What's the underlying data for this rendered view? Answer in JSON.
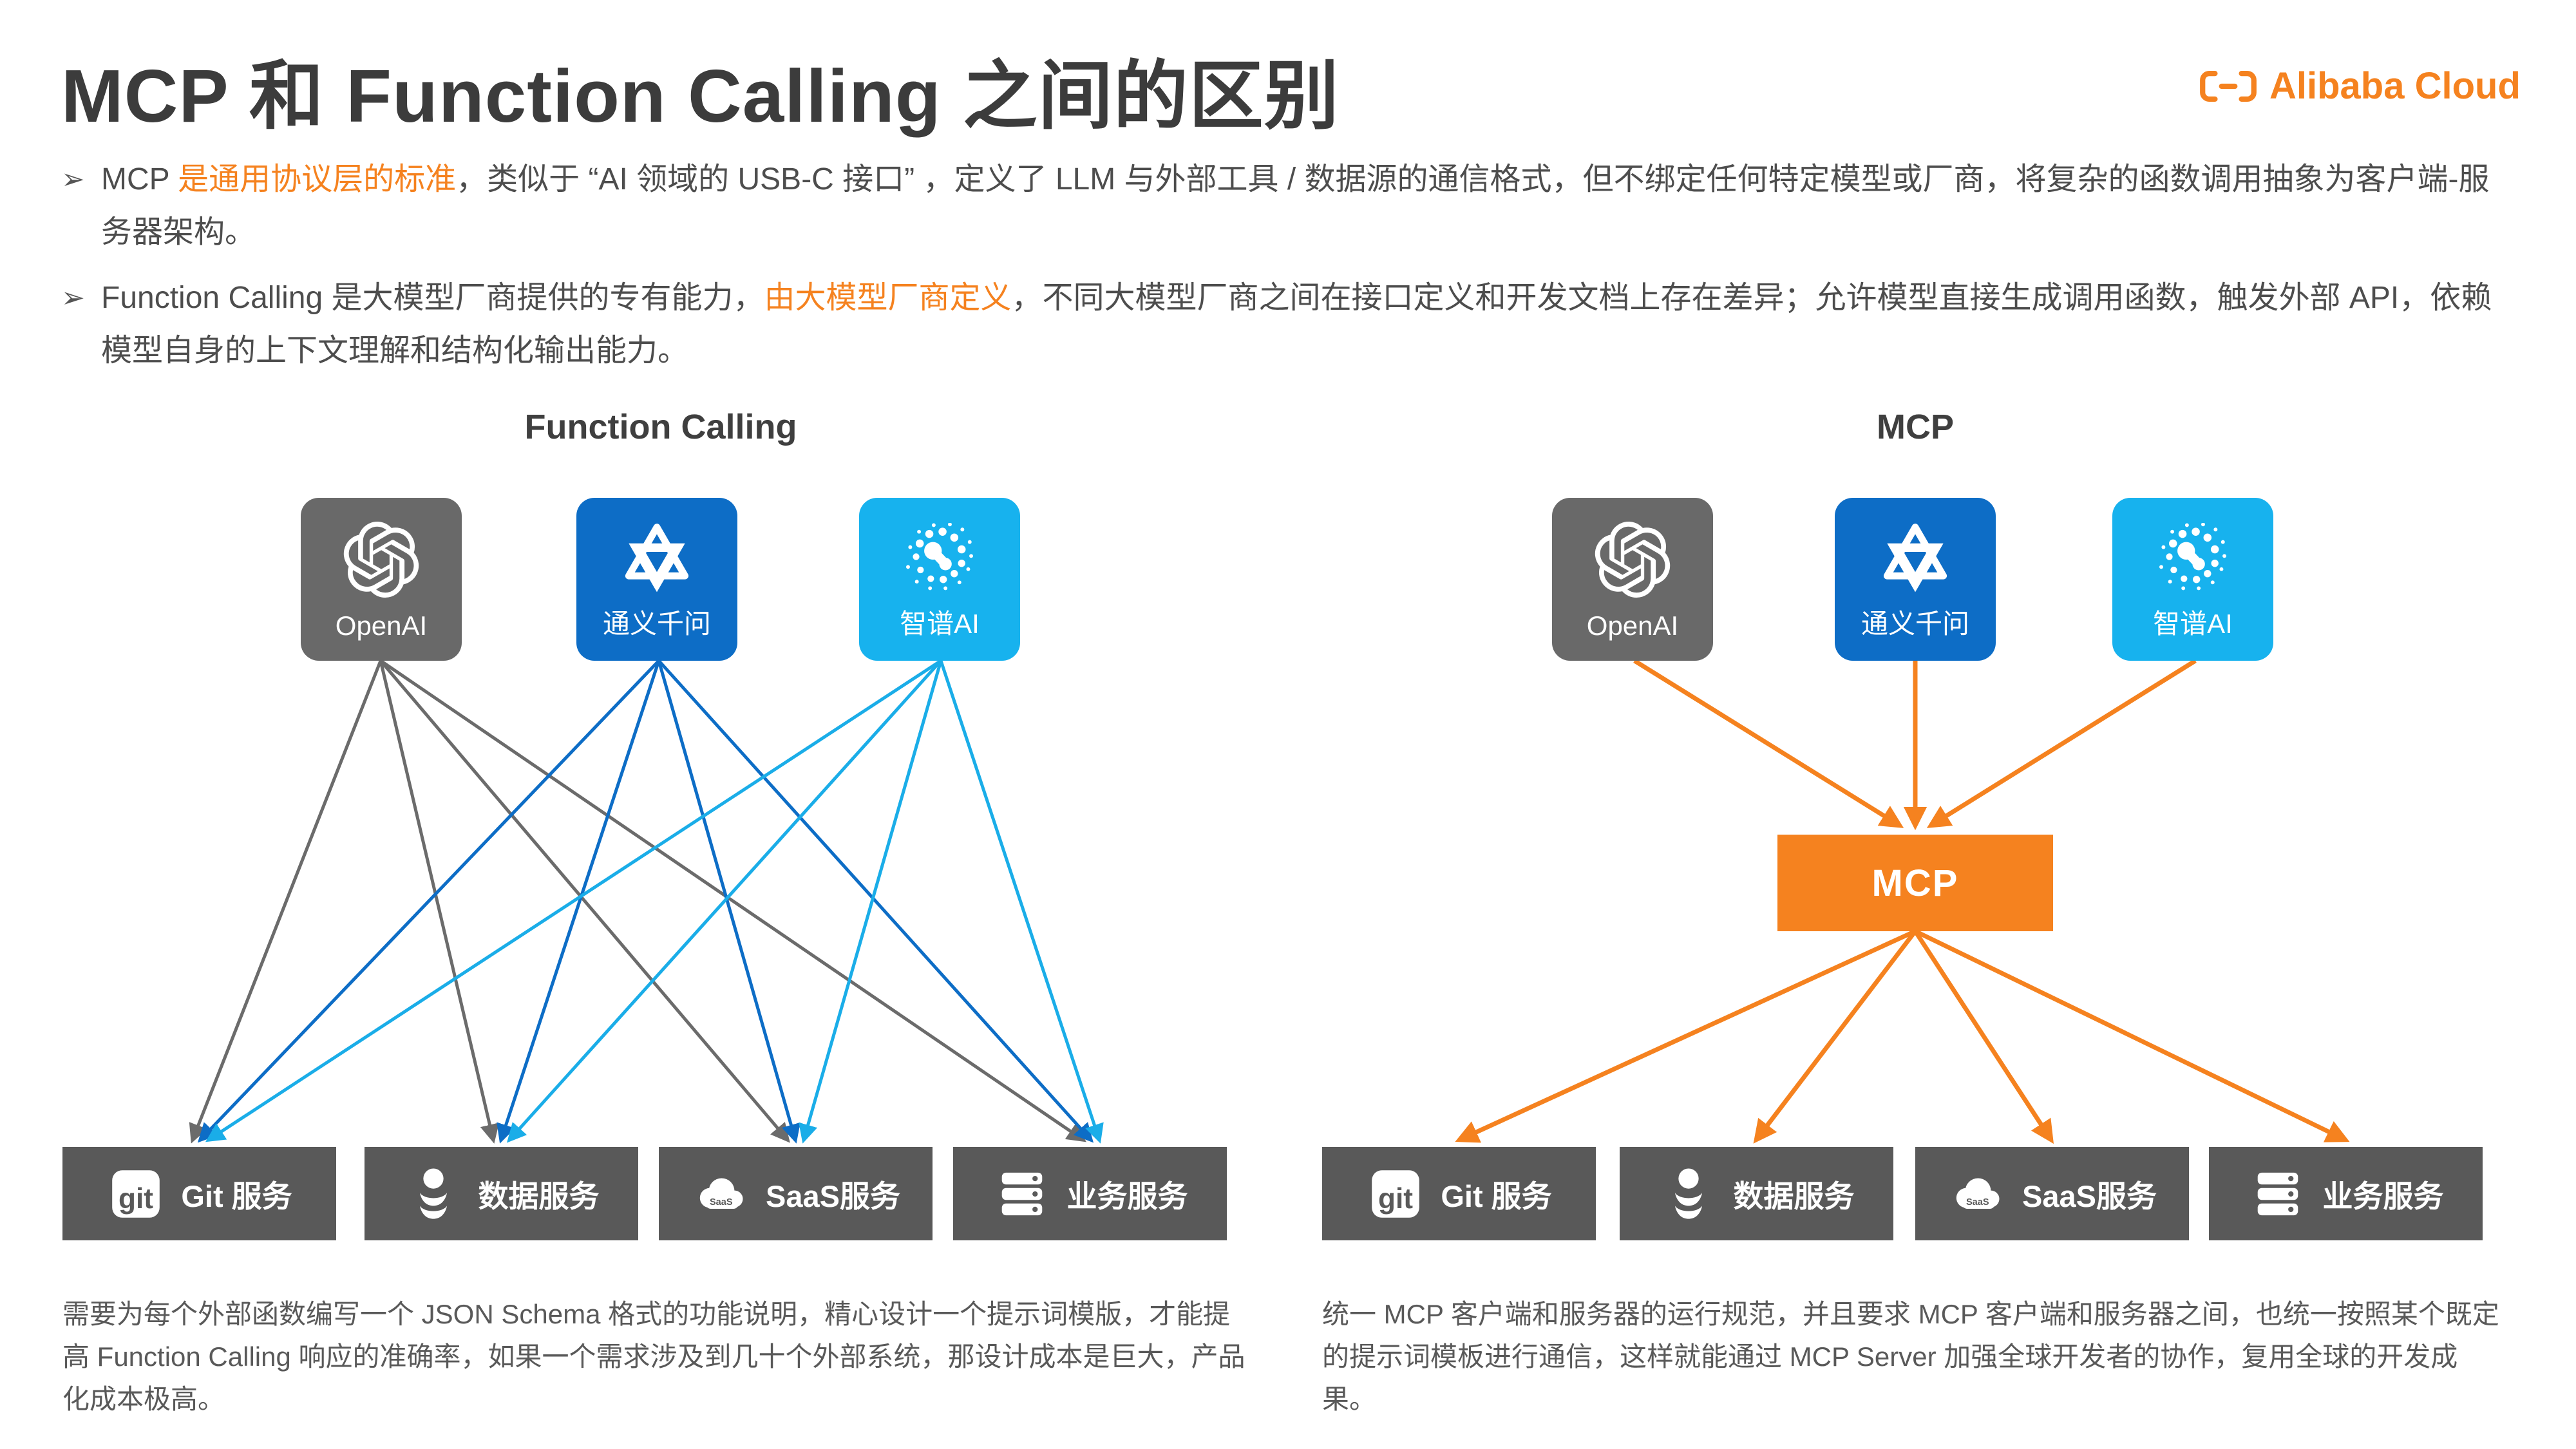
{
  "header": {
    "title": "MCP 和 Function Calling 之间的区别",
    "brand": "Alibaba Cloud"
  },
  "bullets": [
    {
      "marker": "➢",
      "parts": [
        {
          "text": "MCP "
        },
        {
          "text": "是通用协议层的标准",
          "highlight": true
        },
        {
          "text": "，类似于 “AI 领域的 USB-C 接口” ，定义了 LLM 与外部工具 / 数据源的通信格式，但不绑定任何特定模型或厂商，将复杂的函数调用抽象为客户端-服务器架构。"
        }
      ]
    },
    {
      "marker": "➢",
      "parts": [
        {
          "text": "Function Calling 是大模型厂商提供的专有能力，"
        },
        {
          "text": "由大模型厂商定义",
          "highlight": true
        },
        {
          "text": "，不同大模型厂商之间在接口定义和开发文档上存在差异；允许模型直接生成调用函数，触发外部 API，依赖模型自身的上下文理解和结构化输出能力。"
        }
      ]
    }
  ],
  "left": {
    "title": "Function Calling",
    "models": [
      {
        "label": "OpenAI",
        "icon": "openai-logo"
      },
      {
        "label": "通义千问",
        "icon": "tongyi-qianwen-logo"
      },
      {
        "label": "智谱AI",
        "icon": "zhipu-ai-logo"
      }
    ],
    "services": [
      {
        "label": "Git 服务",
        "icon": "git-icon",
        "icon_text": "git"
      },
      {
        "label": "数据服务",
        "icon": "database-icon"
      },
      {
        "label": "SaaS服务",
        "icon": "saas-cloud-icon",
        "icon_text": "SaaS"
      },
      {
        "label": "业务服务",
        "icon": "server-stack-icon"
      }
    ],
    "note": "需要为每个外部函数编写一个 JSON Schema 格式的功能说明，精心设计一个提示词模版，才能提高 Function Calling 响应的准确率，如果一个需求涉及到几十个外部系统，那设计成本是巨大，产品化成本极高。"
  },
  "right": {
    "title": "MCP",
    "hub": "MCP",
    "models": [
      {
        "label": "OpenAI",
        "icon": "openai-logo"
      },
      {
        "label": "通义千问",
        "icon": "tongyi-qianwen-logo"
      },
      {
        "label": "智谱AI",
        "icon": "zhipu-ai-logo"
      }
    ],
    "services": [
      {
        "label": "Git 服务",
        "icon": "git-icon",
        "icon_text": "git"
      },
      {
        "label": "数据服务",
        "icon": "database-icon"
      },
      {
        "label": "SaaS服务",
        "icon": "saas-cloud-icon",
        "icon_text": "SaaS"
      },
      {
        "label": "业务服务",
        "icon": "server-stack-icon"
      }
    ],
    "note": "统一 MCP 客户端和服务器的运行规范，并且要求 MCP 客户端和服务器之间，也统一按照某个既定的提示词模板进行通信，这样就能通过 MCP Server 加强全球开发者的协作，复用全球的开发成果。"
  },
  "colors": {
    "accent_orange": "#f5821f",
    "openai_gray": "#696969",
    "tongyi_blue": "#0d6dc6",
    "zhipu_cyan": "#17b2ee",
    "service_gray": "#595959",
    "line_gray": "#6b6b6b",
    "line_blue": "#0d6dc6",
    "line_cyan": "#1aade8",
    "heading_dark": "#3c3c3c"
  }
}
